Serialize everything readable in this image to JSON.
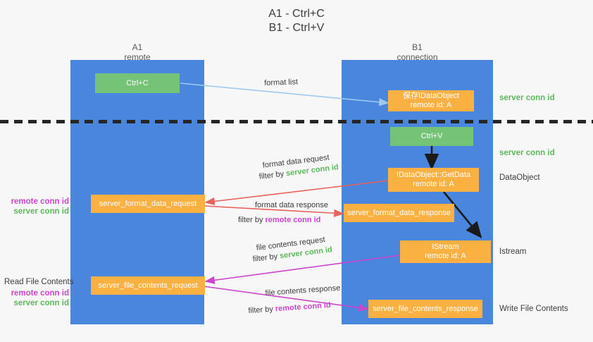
{
  "title": {
    "line1": "A1 - Ctrl+C",
    "line2": "B1 - Ctrl+V"
  },
  "lanes": [
    {
      "name": "A1",
      "sub": "remote"
    },
    {
      "name": "B1",
      "sub": "connection"
    }
  ],
  "colors": {
    "lane": "#4a86dd",
    "orange": "#fbb042",
    "green": "#74c376",
    "server_conn_id": "#5cb85c",
    "remote_conn_id": "#cc44cc",
    "arrow_format_list": "#9ec9ef",
    "arrow_format_data": "#e8615a",
    "arrow_file_contents": "#cc44cc",
    "arrow_black": "#1a1a1a",
    "background": "#f7f7f7"
  },
  "boxes": {
    "ctrl_c": {
      "line1": "Ctrl+C"
    },
    "ctrl_v": {
      "line1": "Ctrl+V"
    },
    "idataobject": {
      "line1": "保存IDataObject",
      "line2": "remote id: A"
    },
    "getdata": {
      "line1": "IDataObject::GetData",
      "line2": "remote id: A"
    },
    "istream": {
      "line1": "IStream",
      "line2": "remote id: A"
    },
    "server_format_data_request": {
      "line1": "server_format_data_request"
    },
    "server_format_data_response": {
      "line1": "server_format_data_response"
    },
    "server_file_contents_request": {
      "line1": "server_file_contents_request"
    },
    "server_file_contents_response": {
      "line1": "server_file_contents_response"
    }
  },
  "right_labels": {
    "server_conn_id_top": "server conn id",
    "server_conn_id_mid": "server conn id",
    "dataobject": "DataObject",
    "istream": "Istream",
    "write_file_contents": "Write File Contents"
  },
  "left_labels": {
    "remote_conn_id_1": "remote conn id",
    "server_conn_id_1": "server conn id",
    "read_file_contents": "Read File Contents",
    "remote_conn_id_2": "remote conn id",
    "server_conn_id_2": "server conn id"
  },
  "captions": {
    "format_list": "format list",
    "format_data_request": "format data request",
    "format_data_request_filter_prefix": "filter by ",
    "format_data_request_filter_value": "server conn id",
    "format_data_response": "format data response",
    "format_data_response_filter_prefix": "filter by ",
    "format_data_response_filter_value": "remote conn id",
    "file_contents_request": "file contents request",
    "file_contents_request_filter_prefix": "filter by ",
    "file_contents_request_filter_value": "server conn id",
    "file_contents_response": "file contents response",
    "file_contents_response_filter_prefix": "filter by ",
    "file_contents_response_filter_value": "remote conn id"
  }
}
